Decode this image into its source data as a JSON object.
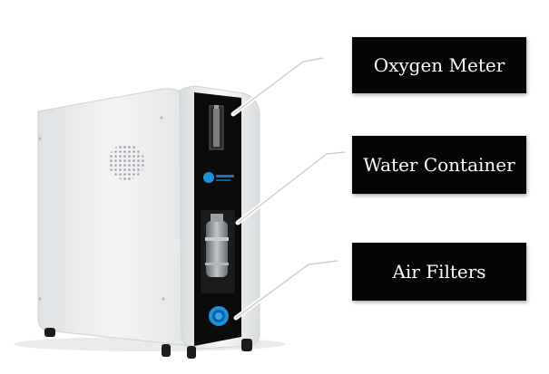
{
  "labels": {
    "oxygen_meter": "Oxygen Meter",
    "water_container": "Water Container",
    "air_filters": "Air Filters"
  },
  "colors": {
    "label_background": "#050505",
    "label_text": "#ffffff",
    "cabinet_side": "#eaeced",
    "front_panel": "#0b0b0c",
    "accent_blue": "#1e8fd8"
  }
}
